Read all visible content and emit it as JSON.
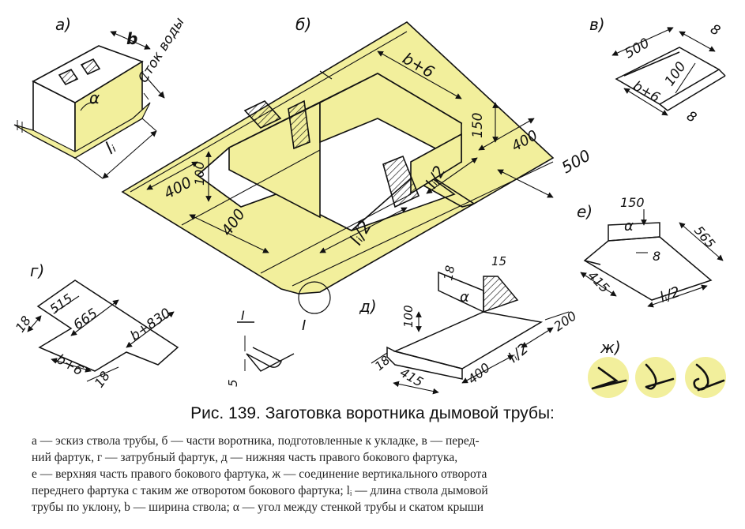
{
  "figure": {
    "title": "Рис. 139. Заготовка воротника дымовой трубы:",
    "caption_lines": [
      "а — эскиз ствола трубы, б — части воротника, подготовленные к укладке, в — перед-",
      "ний фартук, г — затрубный фартук, д — нижняя часть правого бокового фартука,",
      "е — верхняя часть правого бокового фартука, ж — соединение вертикального отворота",
      "переднего фартука с таким же отворотом бокового фартука; lᵢ — длина ствола дымовой",
      "трубы по уклону, b — ширина ствола; α — угол между стенкой трубы и скатом крыши"
    ]
  },
  "panels": {
    "a": {
      "label": "а)",
      "dims": {
        "b": "b",
        "alpha": "α",
        "li": "lᵢ"
      },
      "note": "Сток воды"
    },
    "b": {
      "label": "б)",
      "dims": {
        "b6": "b+6",
        "h150": "150",
        "d400r": "400",
        "d500": "500",
        "li2r": "lᵢ/2",
        "h100": "100",
        "d400a": "400",
        "d400b": "400",
        "li2c": "lᵢ/2"
      }
    },
    "v": {
      "label": "в)",
      "dims": {
        "d500": "500",
        "d8a": "8",
        "d100": "100",
        "b6": "b+6",
        "d8b": "8"
      }
    },
    "g": {
      "label": "г)",
      "dims": {
        "d18a": "18",
        "d515": "515",
        "d665": "665",
        "b830": "b+830",
        "b6": "b+6",
        "d18b": "18"
      }
    },
    "d": {
      "label": "д)",
      "dims": {
        "d18a": "18",
        "alpha": "α",
        "d15": "15",
        "d100": "100",
        "d200": "200",
        "d18b": "18",
        "d415": "415",
        "d400": "400",
        "li2": "lᵢ/2"
      }
    },
    "e": {
      "label": "е)",
      "dims": {
        "d150": "150",
        "alpha": "α",
        "d565": "565",
        "d8": "8",
        "d415": "415",
        "li2": "lᵢ/2"
      }
    },
    "zh": {
      "label": "ж)"
    },
    "detail": {
      "marker": "I",
      "label": "I",
      "dim": "5"
    }
  },
  "colors": {
    "highlight": "#f2ef9c",
    "ink": "#111111",
    "paper": "#ffffff"
  }
}
